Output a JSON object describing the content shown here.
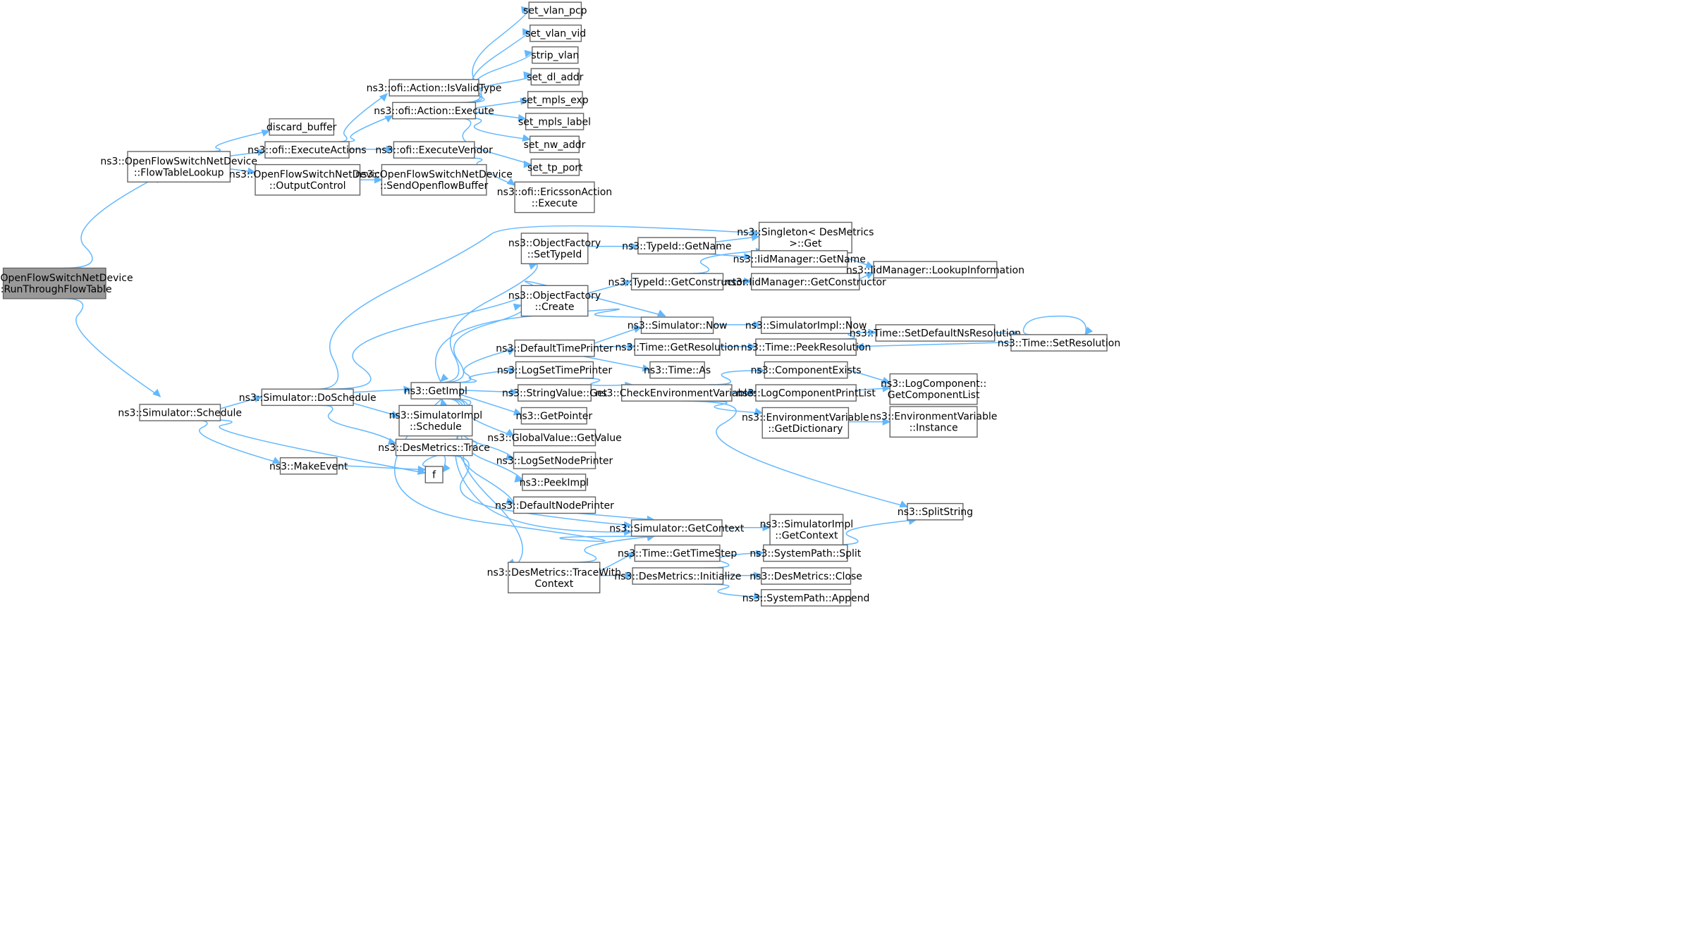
{
  "diagram": {
    "nodes": [
      {
        "id": "root",
        "lines": [
          "ns3::OpenFlowSwitchNetDevice",
          "::RunThroughFlowTable"
        ],
        "highlight": true
      },
      {
        "id": "flowTableLookup",
        "lines": [
          "ns3::OpenFlowSwitchNetDevice",
          "::FlowTableLookup"
        ]
      },
      {
        "id": "simSchedule",
        "lines": [
          "ns3::Simulator::Schedule"
        ]
      },
      {
        "id": "discardBuffer",
        "lines": [
          "discard_buffer"
        ]
      },
      {
        "id": "executeActions",
        "lines": [
          "ns3::ofi::ExecuteActions"
        ]
      },
      {
        "id": "outputControl",
        "lines": [
          "ns3::OpenFlowSwitchNetDevice",
          "::OutputControl"
        ]
      },
      {
        "id": "isValidType",
        "lines": [
          "ns3::ofi::Action::IsValidType"
        ]
      },
      {
        "id": "actionExecute",
        "lines": [
          "ns3::ofi::Action::Execute"
        ]
      },
      {
        "id": "executeVendor",
        "lines": [
          "ns3::ofi::ExecuteVendor"
        ]
      },
      {
        "id": "sendOpenflowBuffer",
        "lines": [
          "ns3::OpenFlowSwitchNetDevice",
          "::SendOpenflowBuffer"
        ]
      },
      {
        "id": "setVlanPcp",
        "lines": [
          "set_vlan_pcp"
        ]
      },
      {
        "id": "setVlanVid",
        "lines": [
          "set_vlan_vid"
        ]
      },
      {
        "id": "stripVlan",
        "lines": [
          "strip_vlan"
        ]
      },
      {
        "id": "setDlAddr",
        "lines": [
          "set_dl_addr"
        ]
      },
      {
        "id": "setMplsExp",
        "lines": [
          "set_mpls_exp"
        ]
      },
      {
        "id": "setMplsLabel",
        "lines": [
          "set_mpls_label"
        ]
      },
      {
        "id": "setNwAddr",
        "lines": [
          "set_nw_addr"
        ]
      },
      {
        "id": "setTpPort",
        "lines": [
          "set_tp_port"
        ]
      },
      {
        "id": "ericssonExecute",
        "lines": [
          "ns3::ofi::EricssonAction",
          "::Execute"
        ]
      },
      {
        "id": "doSchedule",
        "lines": [
          "ns3::Simulator::DoSchedule"
        ]
      },
      {
        "id": "makeEvent",
        "lines": [
          "ns3::MakeEvent"
        ]
      },
      {
        "id": "f",
        "lines": [
          "f"
        ]
      },
      {
        "id": "getImpl",
        "lines": [
          "ns3::GetImpl"
        ]
      },
      {
        "id": "simImplSchedule",
        "lines": [
          "ns3::SimulatorImpl",
          "::Schedule"
        ]
      },
      {
        "id": "desTrace",
        "lines": [
          "ns3::DesMetrics::Trace"
        ]
      },
      {
        "id": "singletonGet",
        "lines": [
          "ns3::Singleton< DesMetrics",
          ">::Get"
        ]
      },
      {
        "id": "ofSetTypeId",
        "lines": [
          "ns3::ObjectFactory",
          "::SetTypeId"
        ]
      },
      {
        "id": "ofCreate",
        "lines": [
          "ns3::ObjectFactory",
          "::Create"
        ]
      },
      {
        "id": "defaultTimePrinter",
        "lines": [
          "ns3::DefaultTimePrinter"
        ]
      },
      {
        "id": "logSetTimePrinter",
        "lines": [
          "ns3::LogSetTimePrinter"
        ]
      },
      {
        "id": "stringValueGet",
        "lines": [
          "ns3::StringValue::Get"
        ]
      },
      {
        "id": "getPointer",
        "lines": [
          "ns3::GetPointer"
        ]
      },
      {
        "id": "globalValueGet",
        "lines": [
          "ns3::GlobalValue::GetValue"
        ]
      },
      {
        "id": "logSetNodePrinter",
        "lines": [
          "ns3::LogSetNodePrinter"
        ]
      },
      {
        "id": "peekImpl",
        "lines": [
          "ns3::PeekImpl"
        ]
      },
      {
        "id": "defaultNodePrinter",
        "lines": [
          "ns3::DefaultNodePrinter"
        ]
      },
      {
        "id": "traceWithContext",
        "lines": [
          "ns3::DesMetrics::TraceWith",
          "Context"
        ]
      },
      {
        "id": "typeIdGetName",
        "lines": [
          "ns3::TypeId::GetName"
        ]
      },
      {
        "id": "typeIdGetConstructor",
        "lines": [
          "ns3::TypeId::GetConstructor"
        ]
      },
      {
        "id": "simNow",
        "lines": [
          "ns3::Simulator::Now"
        ]
      },
      {
        "id": "timeGetResolution",
        "lines": [
          "ns3::Time::GetResolution"
        ]
      },
      {
        "id": "timeAs",
        "lines": [
          "ns3::Time::As"
        ]
      },
      {
        "id": "checkEnv",
        "lines": [
          "ns3::CheckEnvironmentVariables"
        ]
      },
      {
        "id": "simGetContext",
        "lines": [
          "ns3::Simulator::GetContext"
        ]
      },
      {
        "id": "timeGetTimeStep",
        "lines": [
          "ns3::Time::GetTimeStep"
        ]
      },
      {
        "id": "desInitialize",
        "lines": [
          "ns3::DesMetrics::Initialize"
        ]
      },
      {
        "id": "iidGetName",
        "lines": [
          "ns3::IidManager::GetName"
        ]
      },
      {
        "id": "iidGetConstructor",
        "lines": [
          "ns3::IidManager::GetConstructor"
        ]
      },
      {
        "id": "simImplNow",
        "lines": [
          "ns3::SimulatorImpl::Now"
        ]
      },
      {
        "id": "timePeekResolution",
        "lines": [
          "ns3::Time::PeekResolution"
        ]
      },
      {
        "id": "componentExists",
        "lines": [
          "ns3::ComponentExists"
        ]
      },
      {
        "id": "logComponentPrintList",
        "lines": [
          "ns3::LogComponentPrintList"
        ]
      },
      {
        "id": "envGetDictionary",
        "lines": [
          "ns3::EnvironmentVariable",
          "::GetDictionary"
        ]
      },
      {
        "id": "simImplGetContext",
        "lines": [
          "ns3::SimulatorImpl",
          "::GetContext"
        ]
      },
      {
        "id": "systemPathSplit",
        "lines": [
          "ns3::SystemPath::Split"
        ]
      },
      {
        "id": "desClose",
        "lines": [
          "ns3::DesMetrics::Close"
        ]
      },
      {
        "id": "systemPathAppend",
        "lines": [
          "ns3::SystemPath::Append"
        ]
      },
      {
        "id": "iidLookup",
        "lines": [
          "ns3::IidManager::LookupInformation"
        ]
      },
      {
        "id": "setDefaultNsRes",
        "lines": [
          "ns3::Time::SetDefaultNsResolution"
        ]
      },
      {
        "id": "logGetComponentList",
        "lines": [
          "ns3::LogComponent::",
          "GetComponentList"
        ]
      },
      {
        "id": "envInstance",
        "lines": [
          "ns3::EnvironmentVariable",
          "::Instance"
        ]
      },
      {
        "id": "splitString",
        "lines": [
          "ns3::SplitString"
        ]
      },
      {
        "id": "setResolution",
        "lines": [
          "ns3::Time::SetResolution"
        ]
      }
    ],
    "edges": [
      [
        "root",
        "flowTableLookup"
      ],
      [
        "root",
        "simSchedule"
      ],
      [
        "flowTableLookup",
        "discardBuffer"
      ],
      [
        "flowTableLookup",
        "executeActions"
      ],
      [
        "flowTableLookup",
        "outputControl"
      ],
      [
        "executeActions",
        "isValidType"
      ],
      [
        "executeActions",
        "actionExecute"
      ],
      [
        "executeActions",
        "executeVendor"
      ],
      [
        "outputControl",
        "sendOpenflowBuffer"
      ],
      [
        "actionExecute",
        "setVlanPcp"
      ],
      [
        "actionExecute",
        "setVlanVid"
      ],
      [
        "actionExecute",
        "stripVlan"
      ],
      [
        "actionExecute",
        "setDlAddr"
      ],
      [
        "actionExecute",
        "setMplsExp"
      ],
      [
        "actionExecute",
        "setMplsLabel"
      ],
      [
        "actionExecute",
        "setNwAddr"
      ],
      [
        "actionExecute",
        "setTpPort"
      ],
      [
        "executeVendor",
        "ericssonExecute"
      ],
      [
        "simSchedule",
        "doSchedule"
      ],
      [
        "simSchedule",
        "makeEvent"
      ],
      [
        "simSchedule",
        "f"
      ],
      [
        "makeEvent",
        "f"
      ],
      [
        "f",
        "f"
      ],
      [
        "doSchedule",
        "singletonGet"
      ],
      [
        "doSchedule",
        "simNow"
      ],
      [
        "doSchedule",
        "getImpl"
      ],
      [
        "doSchedule",
        "simImplSchedule"
      ],
      [
        "doSchedule",
        "desTrace"
      ],
      [
        "getImpl",
        "ofSetTypeId"
      ],
      [
        "getImpl",
        "ofCreate"
      ],
      [
        "getImpl",
        "defaultTimePrinter"
      ],
      [
        "getImpl",
        "logSetTimePrinter"
      ],
      [
        "getImpl",
        "stringValueGet"
      ],
      [
        "getImpl",
        "getPointer"
      ],
      [
        "getImpl",
        "globalValueGet"
      ],
      [
        "getImpl",
        "logSetNodePrinter"
      ],
      [
        "getImpl",
        "peekImpl"
      ],
      [
        "getImpl",
        "defaultNodePrinter"
      ],
      [
        "getImpl",
        "simGetContext"
      ],
      [
        "desTrace",
        "simGetContext"
      ],
      [
        "desTrace",
        "traceWithContext"
      ],
      [
        "ofSetTypeId",
        "typeIdGetName"
      ],
      [
        "ofCreate",
        "typeIdGetConstructor"
      ],
      [
        "typeIdGetName",
        "singletonGet"
      ],
      [
        "typeIdGetName",
        "iidGetName"
      ],
      [
        "typeIdGetConstructor",
        "singletonGet"
      ],
      [
        "typeIdGetConstructor",
        "iidGetConstructor"
      ],
      [
        "iidGetName",
        "iidLookup"
      ],
      [
        "iidGetConstructor",
        "iidLookup"
      ],
      [
        "simNow",
        "getImpl"
      ],
      [
        "simNow",
        "simImplNow"
      ],
      [
        "defaultTimePrinter",
        "simNow"
      ],
      [
        "defaultTimePrinter",
        "timeGetResolution"
      ],
      [
        "defaultTimePrinter",
        "timeAs"
      ],
      [
        "timeGetResolution",
        "timePeekResolution"
      ],
      [
        "timePeekResolution",
        "setDefaultNsRes"
      ],
      [
        "setDefaultNsRes",
        "setResolution"
      ],
      [
        "setResolution",
        "timePeekResolution"
      ],
      [
        "setResolution",
        "setResolution"
      ],
      [
        "logSetTimePrinter",
        "checkEnv"
      ],
      [
        "checkEnv",
        "componentExists"
      ],
      [
        "checkEnv",
        "logComponentPrintList"
      ],
      [
        "checkEnv",
        "envGetDictionary"
      ],
      [
        "checkEnv",
        "splitString"
      ],
      [
        "componentExists",
        "logGetComponentList"
      ],
      [
        "logComponentPrintList",
        "logGetComponentList"
      ],
      [
        "envGetDictionary",
        "envInstance"
      ],
      [
        "defaultNodePrinter",
        "simGetContext"
      ],
      [
        "simGetContext",
        "getImpl"
      ],
      [
        "simGetContext",
        "simImplGetContext"
      ],
      [
        "traceWithContext",
        "simGetContext"
      ],
      [
        "traceWithContext",
        "timeGetTimeStep"
      ],
      [
        "traceWithContext",
        "desInitialize"
      ],
      [
        "desInitialize",
        "systemPathSplit"
      ],
      [
        "desInitialize",
        "desClose"
      ],
      [
        "desInitialize",
        "systemPathAppend"
      ],
      [
        "systemPathSplit",
        "splitString"
      ]
    ]
  }
}
